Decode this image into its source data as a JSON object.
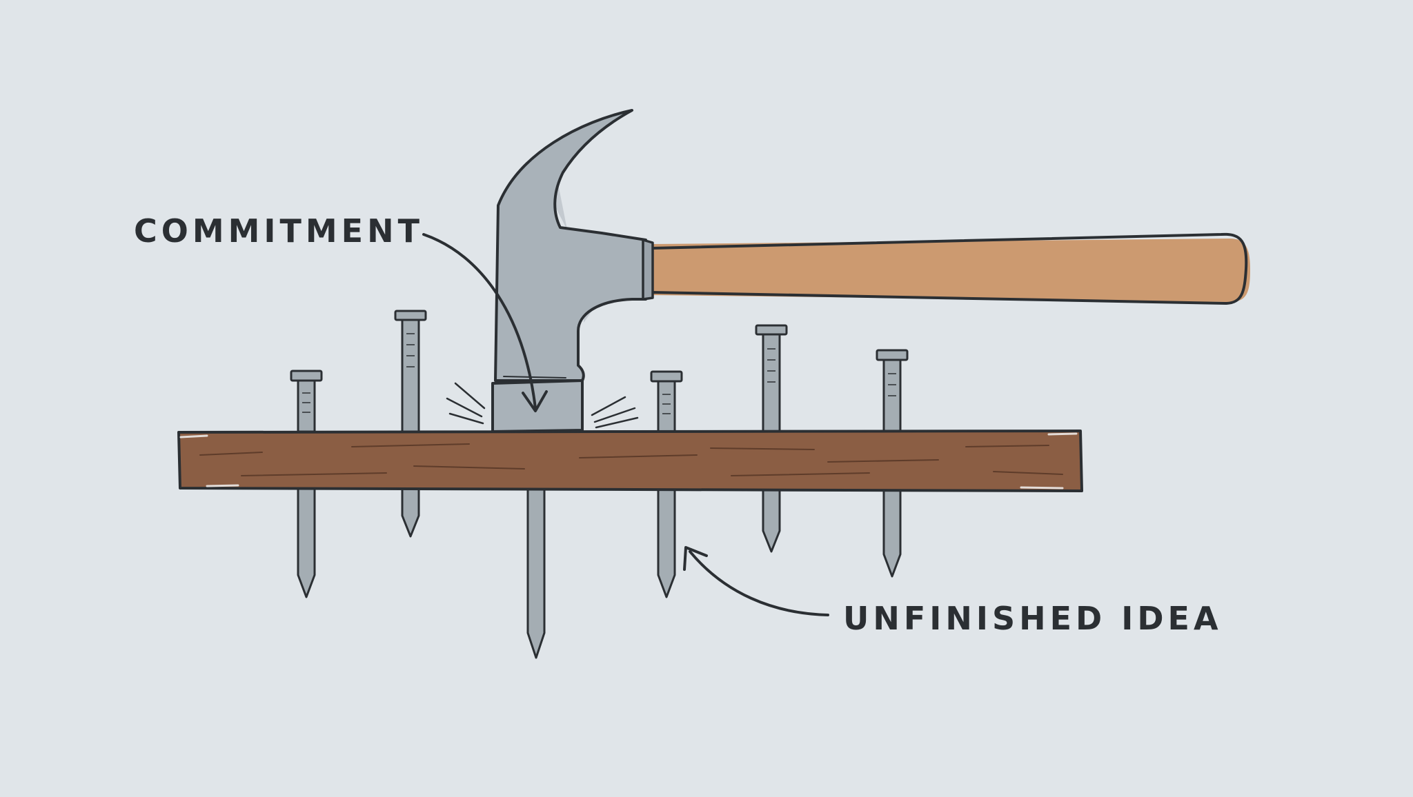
{
  "labels": {
    "commitment": "COMMITMENT",
    "unfinished_idea": "UNFINISHED IDEA"
  },
  "colors": {
    "background": "#e0e5e9",
    "outline": "#2b2f33",
    "board": "#8b5e44",
    "handle": "#cc9a70",
    "steel": "#a9b2b9",
    "nail": "#a4adb3"
  },
  "icons": {
    "hammer": "hammer-icon",
    "board": "wooden-board",
    "nail": "nail-icon"
  }
}
